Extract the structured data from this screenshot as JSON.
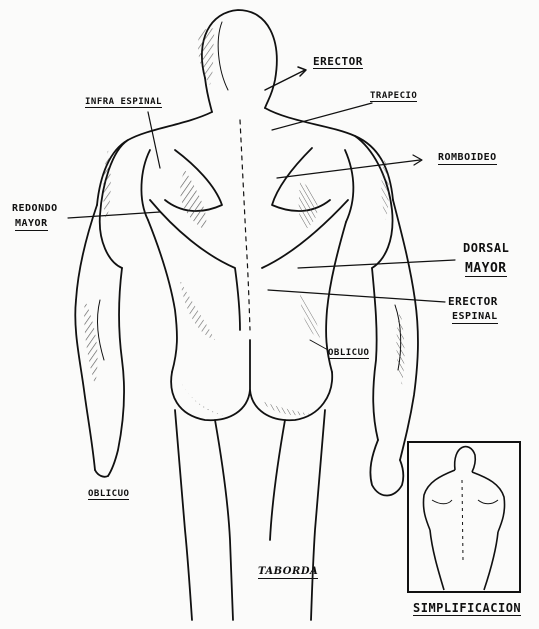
{
  "labels": {
    "erector": "ERECTOR",
    "trapecio": "TRAPECIO",
    "infra_espinal": "INFRA ESPINAL",
    "romboideo": "ROMBOIDEO",
    "redondo": "REDONDO",
    "mayor_left": "MAYOR",
    "dorsal": "DORSAL",
    "mayor_right": "MAYOR",
    "erector_espinal_1": "ERECTOR",
    "erector_espinal_2": "ESPINAL",
    "oblicuo_right": "OBLICUO",
    "oblicuo_left": "OBLICUO",
    "signature": "TABORDA",
    "simplificacion": "SIMPLIFICACION"
  },
  "colors": {
    "ink": "#111111",
    "paper": "#fbfbfa",
    "shade": "#555555"
  }
}
